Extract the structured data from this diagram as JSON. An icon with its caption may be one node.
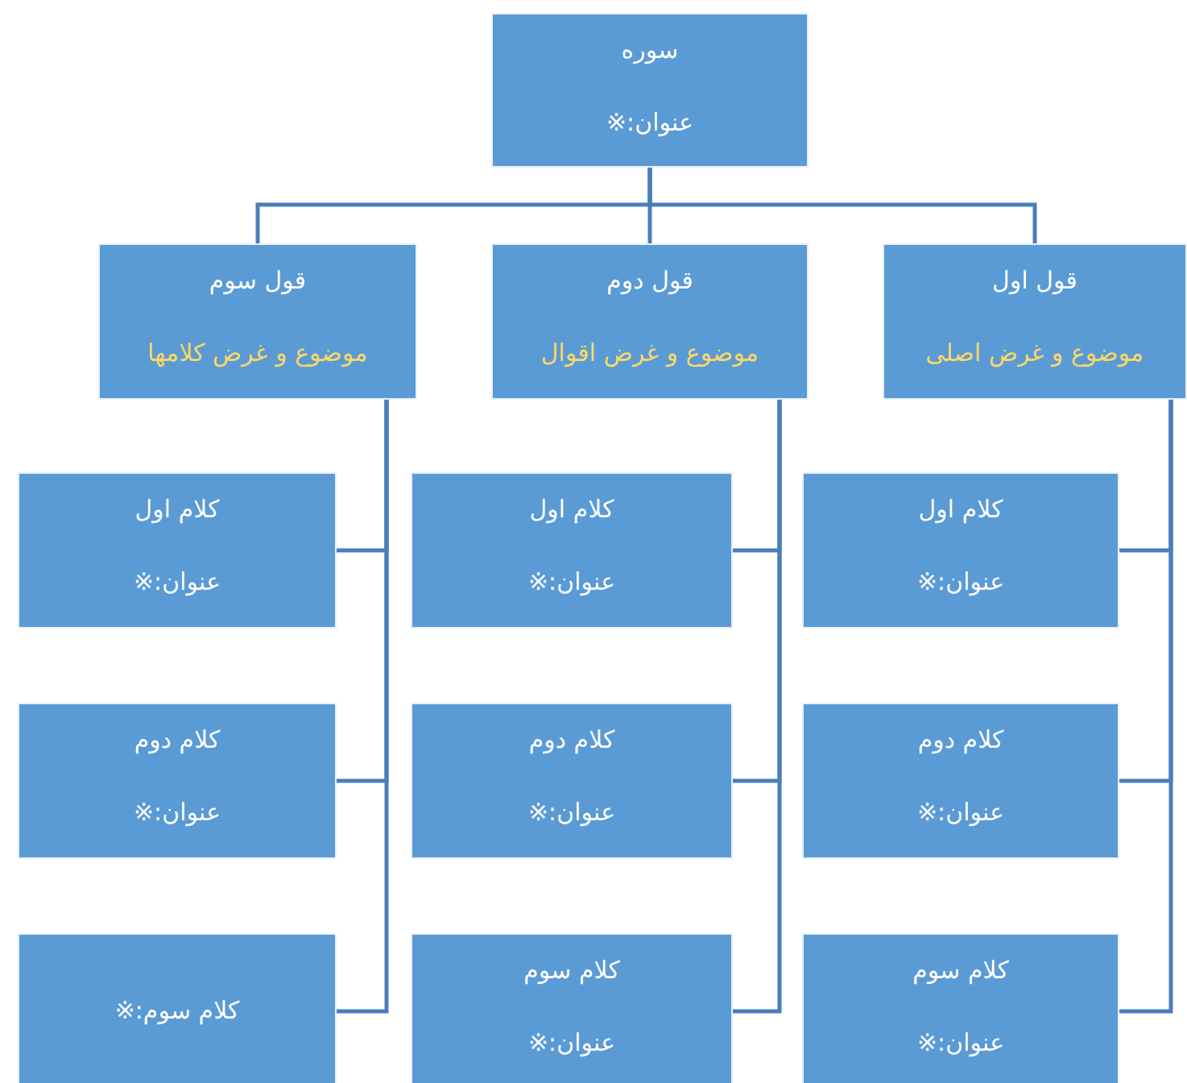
{
  "diagram": {
    "nodes": [
      {
        "text": [
          "سوره",
          "عنوان:※"
        ]
      },
      {
        "text": [
          "قول اول",
          "موضوع و غرض اصلی"
        ]
      },
      {
        "text": [
          "قول دوم",
          "موضوع و غرض اقوال"
        ]
      },
      {
        "text": [
          "قول سوم",
          "موضوع و غرض کلامها"
        ]
      },
      {
        "text": [
          "کلام اول",
          "عنوان:※"
        ]
      },
      {
        "text": [
          "کلام دوم",
          "عنوان:※"
        ]
      },
      {
        "text": [
          "کلام سوم",
          "عنوان:※"
        ]
      },
      {
        "text": [
          "کلام اول",
          "عنوان:※"
        ]
      },
      {
        "text": [
          "کلام دوم",
          "عنوان:※"
        ]
      },
      {
        "text": [
          "کلام سوم",
          "عنوان:※"
        ]
      },
      {
        "text": [
          "کلام اول",
          "عنوان:※"
        ]
      },
      {
        "text": [
          "کلام دوم",
          "عنوان:※"
        ]
      },
      {
        "text": [
          "کلام سوم:※"
        ]
      }
    ],
    "edges": [
      {
        "from": 0,
        "to": 1,
        "arrow": "none"
      },
      {
        "from": 0,
        "to": 2,
        "arrow": "none"
      },
      {
        "from": 0,
        "to": 3,
        "arrow": "none"
      },
      {
        "from": 1,
        "to": 4,
        "arrow": "none"
      },
      {
        "from": 1,
        "to": 5,
        "arrow": "none"
      },
      {
        "from": 1,
        "to": 6,
        "arrow": "none"
      },
      {
        "from": 2,
        "to": 7,
        "arrow": "none"
      },
      {
        "from": 2,
        "to": 8,
        "arrow": "none"
      },
      {
        "from": 2,
        "to": 9,
        "arrow": "none"
      },
      {
        "from": 3,
        "to": 10,
        "arrow": "none"
      },
      {
        "from": 3,
        "to": 11,
        "arrow": "none"
      },
      {
        "from": 3,
        "to": 12,
        "arrow": "none"
      }
    ]
  }
}
